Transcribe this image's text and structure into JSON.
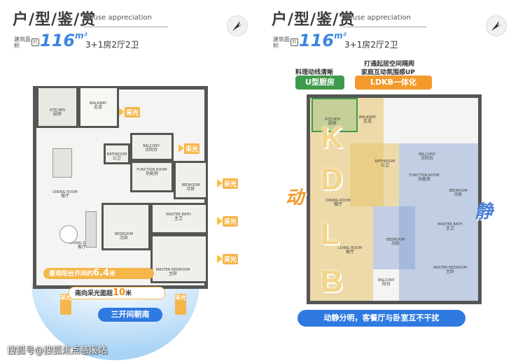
{
  "left": {
    "title": "户/型/鉴/赏",
    "title_en": "House appreciation",
    "area_label": "建筑面积",
    "area_icon": "约",
    "area_value": "116",
    "area_unit": "m²",
    "layout": "3+1房2厅2卫",
    "rooms": {
      "walkway": {
        "en": "WALKWAY",
        "cn": "走道"
      },
      "kitchen": {
        "en": "KITCHEN",
        "cn": "厨房"
      },
      "bathroom": {
        "en": "BATHROOM",
        "cn": "公卫"
      },
      "balcony_small": {
        "en": "BALCONY",
        "cn": "次阳台"
      },
      "function": {
        "en": "FUNCTION ROOM",
        "cn": "功能房"
      },
      "bedroom3": {
        "en": "BEDROOM",
        "cn": "次卧"
      },
      "dining": {
        "en": "DINING ROOM",
        "cn": "餐厅"
      },
      "master_bath": {
        "en": "MASTER BATH",
        "cn": "主卫"
      },
      "bedroom2": {
        "en": "BEDROOM",
        "cn": "次卧"
      },
      "living": {
        "en": "LIVING ROOM",
        "cn": "客厅"
      },
      "master": {
        "en": "MASTER BEDROOM",
        "cn": "主卧"
      }
    },
    "sun_label": "采光",
    "balcony_banner": "景观阳台开间约",
    "balcony_value": "6.4",
    "balcony_unit": "米",
    "south_banner": "南向采光面超",
    "south_value": "10",
    "south_unit": "米",
    "orientation": "三开间朝南"
  },
  "right": {
    "title": "户/型/鉴/赏",
    "title_en": "House appreciation",
    "area_label": "建筑面积",
    "area_icon": "约",
    "area_value": "116",
    "area_unit": "m²",
    "layout": "3+1房2厅2卫",
    "kitchen_caption": "料理动线清晰",
    "kitchen_pill": "U型厨房",
    "ldkb_caption_1": "打通起居空间隔阂",
    "ldkb_caption_2": "家庭互动氛围感UP",
    "ldkb_pill": "LDKB一体化",
    "letters": [
      "K",
      "D",
      "L",
      "B"
    ],
    "dong": "动",
    "jing": "静",
    "rooms": {
      "kitchen": {
        "en": "KITCHEN",
        "cn": "厨房"
      },
      "walkway": {
        "en": "WALKWAY",
        "cn": "走道"
      },
      "bathroom": {
        "en": "BATHROOM",
        "cn": "公卫"
      },
      "balcony_small": {
        "en": "BALCONY",
        "cn": "次阳台"
      },
      "function": {
        "en": "FUNCTION ROOM",
        "cn": "功能房"
      },
      "bedroom3": {
        "en": "BEDROOM",
        "cn": "次卧"
      },
      "dining": {
        "en": "DINING ROOM",
        "cn": "餐厅"
      },
      "master_bath": {
        "en": "MASTER BATH",
        "cn": "主卫"
      },
      "bedroom2": {
        "en": "BEDROOM",
        "cn": "次卧"
      },
      "living": {
        "en": "LIVING ROOM",
        "cn": "客厅"
      },
      "master": {
        "en": "MASTER BEDROOM",
        "cn": "主卧"
      },
      "balcony": {
        "en": "BALCONY",
        "cn": "阳台"
      }
    },
    "bottom_banner": "动静分明，客餐厅与卧室互不干扰"
  },
  "watermark": "搜狐号@搜狐焦点慈溪站",
  "colors": {
    "accent_blue": "#2f7ae0",
    "accent_yellow": "#f7c53e",
    "green": "#3f9b4b",
    "orange": "#f39a2b"
  }
}
